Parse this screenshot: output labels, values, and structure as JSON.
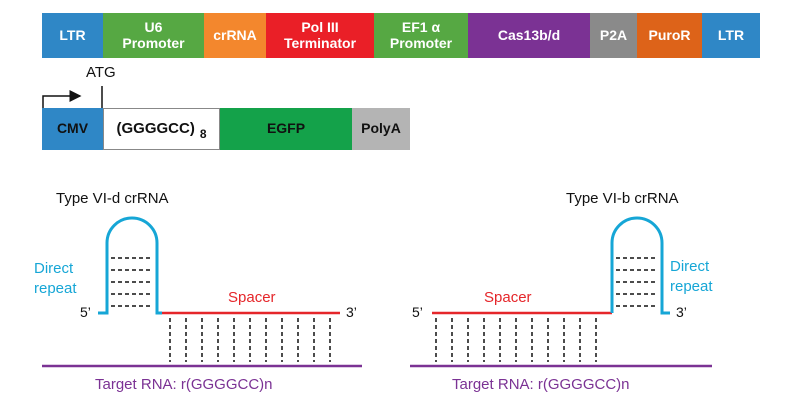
{
  "construct1": {
    "segments": [
      {
        "label": "LTR",
        "color": "#2f87c6"
      },
      {
        "label": "U6\nPromoter",
        "color": "#56a843"
      },
      {
        "label": "crRNA",
        "color": "#f3872d"
      },
      {
        "label": "Pol III\nTerminator",
        "color": "#ea1f27"
      },
      {
        "label": "EF1 α\nPromoter",
        "color": "#56a843"
      },
      {
        "label": "Cas13b/d",
        "color": "#7b3294"
      },
      {
        "label": "P2A",
        "color": "#8a8a8a"
      },
      {
        "label": "PuroR",
        "color": "#dd6319"
      },
      {
        "label": "LTR",
        "color": "#2f87c6"
      }
    ]
  },
  "construct2": {
    "atg_label": "ATG",
    "segments": [
      {
        "label": "CMV",
        "color": "#2f87c6"
      },
      {
        "label": "(GGGGCC)",
        "subscript": "8",
        "color": "#ffffff"
      },
      {
        "label": "EGFP",
        "color": "#14a24a"
      },
      {
        "label": "PolyA",
        "color": "#b4b4b4"
      }
    ]
  },
  "left_panel": {
    "title": "Type VI-d crRNA",
    "repeat_label_line1": "Direct",
    "repeat_label_line2": "repeat",
    "five_prime": "5’",
    "three_prime": "3’",
    "spacer_label": "Spacer",
    "target_label": "Target RNA: r(GGGGCC)n"
  },
  "right_panel": {
    "title": "Type VI-b crRNA",
    "repeat_label_line1": "Direct",
    "repeat_label_line2": "repeat",
    "five_prime": "5’",
    "three_prime": "3’",
    "spacer_label": "Spacer",
    "target_label": "Target RNA: r(GGGGCC)n"
  },
  "colors": {
    "repeat": "#16a6d6",
    "spacer": "#e5262a",
    "target": "#7b3294",
    "text": "#111111"
  }
}
